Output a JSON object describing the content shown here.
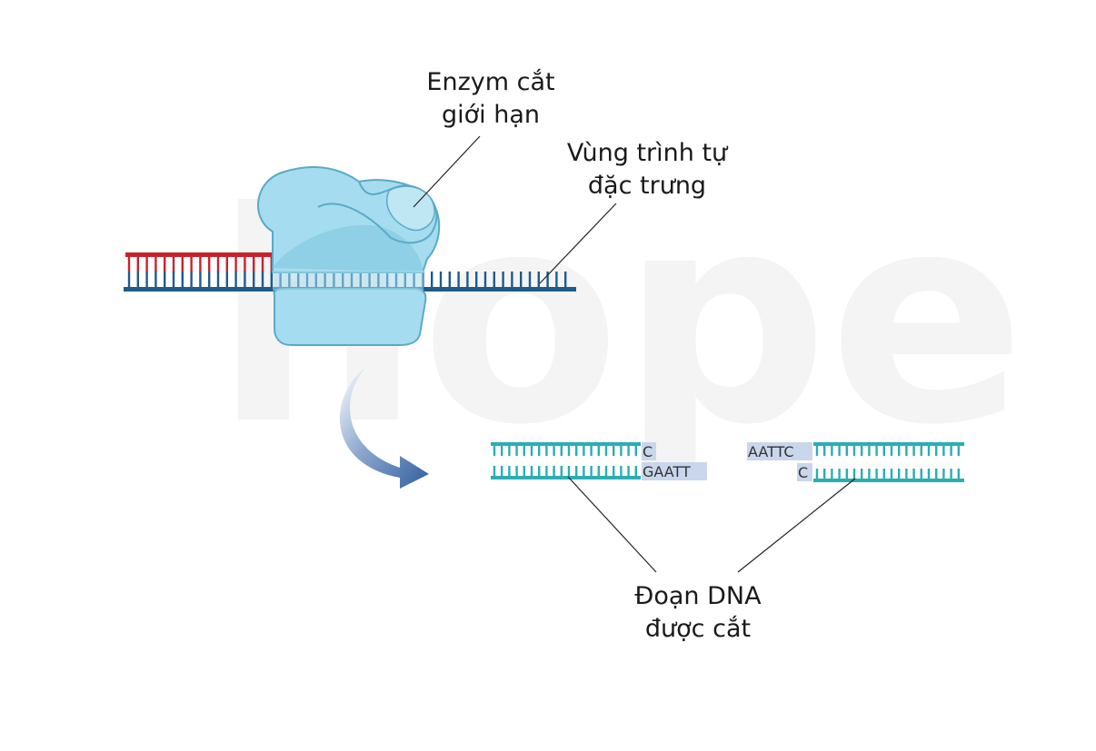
{
  "labels": {
    "enzyme": [
      "Enzym cắt",
      "giới hạn"
    ],
    "site": [
      "Vùng trình tự",
      "đặc trưng"
    ],
    "fragments": [
      "Đoạn DNA",
      "được cắt"
    ]
  },
  "left_fragment": {
    "top": "C",
    "bottom": "GAATT"
  },
  "right_fragment": {
    "top": "AATTC",
    "bottom": "C"
  },
  "watermark": "hope",
  "colors": {
    "dna_blue": "#1f5a8a",
    "dna_red": "#c8232c",
    "fragment_teal": "#2aaeb3",
    "enzyme": "#9fd6ea",
    "enzyme_outline": "#5aaac6",
    "sticky_end_bg": "#c9d6ec",
    "arrow": "#2f5f9f"
  }
}
